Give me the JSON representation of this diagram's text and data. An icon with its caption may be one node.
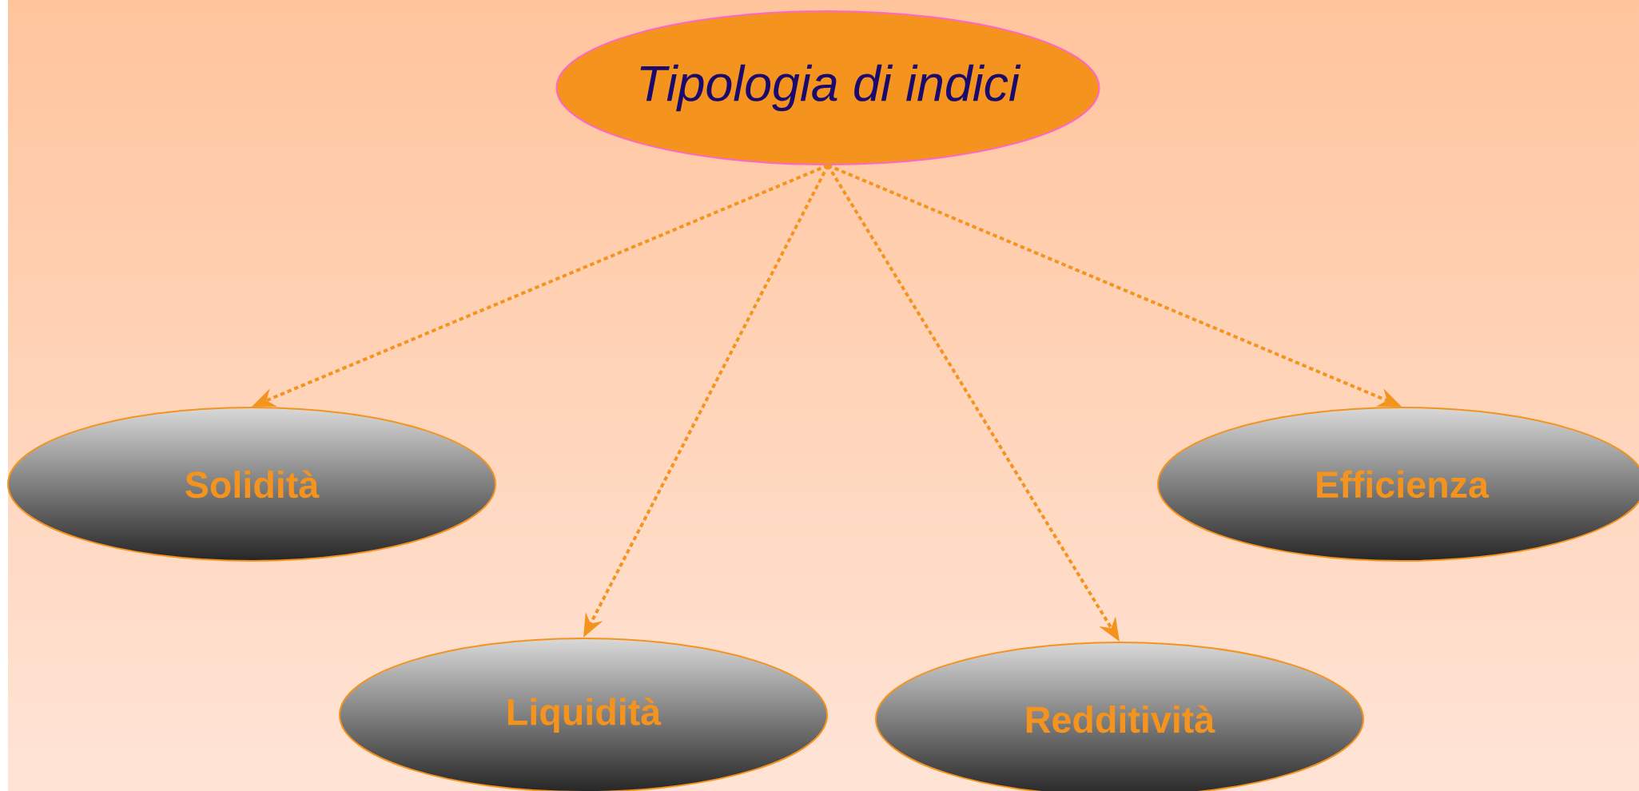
{
  "diagram": {
    "nodes": [
      {
        "text": [
          "Tipologia di indici"
        ]
      },
      {
        "text": [
          "Solidità"
        ]
      },
      {
        "text": [
          "Liquidità"
        ]
      },
      {
        "text": [
          "Redditività"
        ]
      },
      {
        "text": [
          "Efficienza"
        ]
      }
    ],
    "edges": [
      {
        "from": 0,
        "to": 1,
        "arrow": "to",
        "style": "dashed"
      },
      {
        "from": 0,
        "to": 2,
        "arrow": "to",
        "style": "dashed"
      },
      {
        "from": 0,
        "to": 3,
        "arrow": "to",
        "style": "dashed"
      },
      {
        "from": 0,
        "to": 4,
        "arrow": "to",
        "style": "dashed"
      }
    ]
  }
}
